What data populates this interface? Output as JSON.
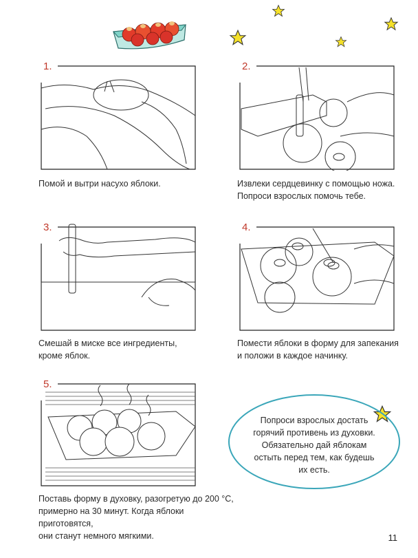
{
  "steps": [
    {
      "number": "1.",
      "text_lines": [
        "Помой и вытри насухо яблоки."
      ]
    },
    {
      "number": "2.",
      "text_lines": [
        "Извлеки сердцевинку с помощью ножа.",
        "Попроси взрослых помочь тебе."
      ]
    },
    {
      "number": "3.",
      "text_lines": [
        "Смешай в миске все ингредиенты,",
        "кроме яблок."
      ]
    },
    {
      "number": "4.",
      "text_lines": [
        "Помести яблоки в форму для запекания",
        "и положи в каждое начинку."
      ]
    },
    {
      "number": "5.",
      "text_lines": [
        "Поставь форму в духовку, разогретую до 200 °C,",
        "примерно на 30 минут. Когда яблоки приготовятся,",
        "они станут немного мягкими."
      ]
    }
  ],
  "warning": {
    "text_lines": [
      "Попроси взрослых достать",
      "горячий противень из духовки.",
      "Обязательно дай яблокам",
      "остыть перед тем, как будешь",
      "их есть."
    ]
  },
  "page_number": "11",
  "colors": {
    "accent_number": "#c0392b",
    "oval_border": "#3aa6b9",
    "star_fill": "#f5e12a",
    "dish": "#7fd3c8",
    "apple": "#e23b2a"
  },
  "icons": [
    "star-icon",
    "baking-dish-icon"
  ]
}
